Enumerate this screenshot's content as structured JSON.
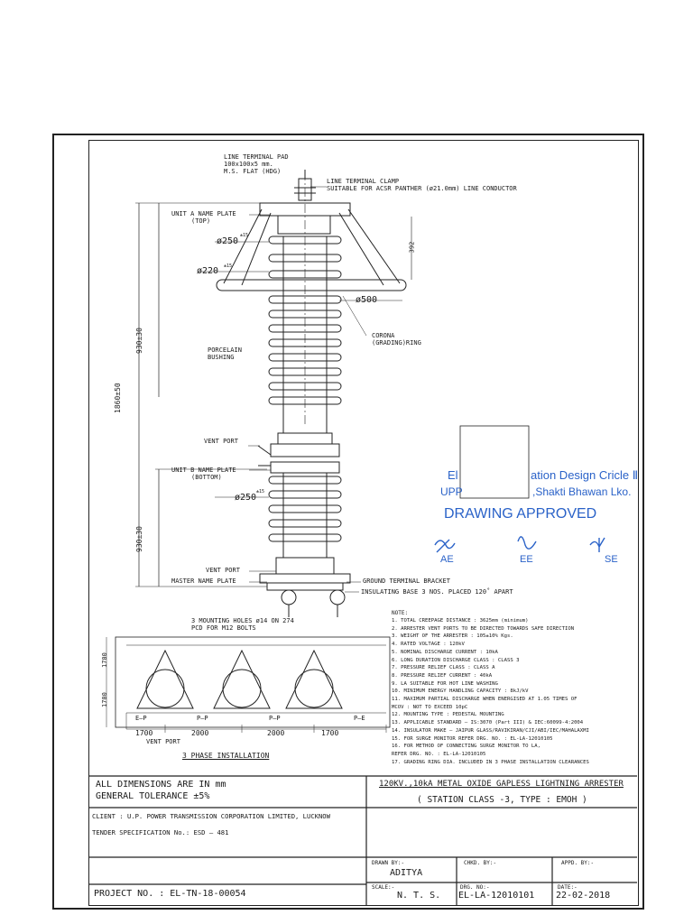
{
  "drawing": {
    "labels": {
      "line_pad": [
        "LINE TERMINAL PAD",
        "100x100x5 mm.",
        "M.S. FLAT (HDG)"
      ],
      "line_clamp": [
        "LINE TERMINAL CLAMP",
        "SUITABLE FOR ACSR PANTHER (ø21.0mm) LINE CONDUCTOR"
      ],
      "unit_a": [
        "UNIT A NAME PLATE",
        "(TOP)"
      ],
      "dia_250_top": "ø250",
      "tol_15_a": "±15",
      "dia_220": "ø220",
      "tol_15_b": "±15",
      "dia_500": "ø500",
      "dim_392": "392",
      "corona": [
        "CORONA",
        "(GRADING)RING"
      ],
      "porcelain": [
        "PORCELAIN",
        "BUSHING"
      ],
      "dim_930_top": "930±30",
      "dim_1860": "1860±50",
      "vent_port_1": "VENT PORT",
      "unit_b": [
        "UNIT B NAME PLATE",
        "(BOTTOM)"
      ],
      "dia_250_bottom": "ø250",
      "tol_15_c": "±15",
      "dim_930_bottom": "930±30",
      "vent_port_2": "VENT PORT",
      "master_plate": "MASTER NAME PLATE",
      "ground_bracket": "GROUND TERMINAL BRACKET",
      "insulating_base": "INSULATING BASE  3 NOS. PLACED 120˚ APART",
      "mounting_holes": [
        "3 MOUNTING HOLES ø14 ON 274",
        "PCD FOR M12 BOLTS"
      ],
      "dim_1700_a": "1700",
      "dim_1700_b": "1700",
      "phase_labels": [
        "E–P",
        "P–P",
        "P–P",
        "P–E"
      ],
      "bottom_dims": [
        "1700",
        "2000",
        "2000",
        "1700"
      ],
      "vent_port_3": "VENT PORT",
      "three_phase": "3 PHASE INSTALLATION"
    },
    "notes": {
      "heading": "NOTE:",
      "items": [
        "1. TOTAL CREEPAGE DISTANCE : 3625mm (minimum)",
        "2. ARRESTER VENT PORTS TO BE DIRECTED TOWARDS SAFE DIRECTION",
        "3. WEIGHT OF THE ARRESTER : 105±10% Kgs.",
        "4. RATED VOLTAGE : 120kV",
        "5. NOMINAL DISCHARGE CURRENT : 10kA",
        "6. LONG DURATION DISCHARGE CLASS : CLASS 3",
        "7. PRESSURE RELIEF CLASS : CLASS A",
        "8. PRESSURE RELIEF CURRENT : 40kA",
        "9. LA SUITABLE FOR HOT LINE WASHING",
        "10. MINIMUM ENERGY HANDLING CAPACITY : 8kJ/kV",
        "11. MAXIMUM PARTIAL DISCHARGE WHEN ENERGISED AT 1.05 TIMES OF",
        "     MCOV : NOT TO EXCEED 10pC",
        "12. MOUNTING TYPE : PEDESTAL MOUNTING",
        "13. APPLICABLE STANDARD – IS:3070 (Part III) & IEC:60099-4:2004",
        "14. INSULATOR MAKE – JAIPUR GLASS/RAVIKIRAN/CJI/ABI/IEC/MAHALAXMI",
        "15. FOR SURGE MONITOR REFER DRG. NO. : EL-LA-12010105",
        "16. FOR METHOD OF CONNECTING SURGE MONITOR TO LA,",
        "     REFER DRG. NO. : EL-LA-12010105",
        "17. GRADING RING DIA. INCLUDED IN 3 PHASE INSTALLATION CLEARANCES"
      ]
    }
  },
  "stamp": {
    "line1_left": "El",
    "line1_right": "ation Design Cricle Ⅱ",
    "line2_left": "UPP",
    "line2_right": ",Shakti Bhawan Lko.",
    "approved": "DRAWING APPROVED",
    "signatories": [
      "AE",
      "EE",
      "SE"
    ]
  },
  "title_block": {
    "dimensions_note": "ALL DIMENSIONS ARE IN mm",
    "tolerance_note": "GENERAL TOLERANCE ±5%",
    "title_line1": "120KV.,10kA METAL OXIDE GAPLESS LIGHTNING ARRESTER",
    "title_line2": "( STATION CLASS -3, TYPE : EMOH )",
    "client": "CLIENT : U.P. POWER TRANSMISSION CORPORATION LIMITED, LUCKNOW",
    "tender": "TENDER SPECIFICATION No.:  ESD – 481",
    "drawn_by_label": "DRAWN BY:-",
    "drawn_by": "ADITYA",
    "checked_by_label": "CHKD. BY:-",
    "approved_by_label": "APPD. BY:-",
    "project_no": "PROJECT NO. : EL-TN-18-00054",
    "scale_label": "SCALE:-",
    "scale": "N. T. S.",
    "drg_no_label": "DRG. NO:-",
    "drg_no": "EL-LA-12010101",
    "date_label": "DATE:-",
    "date": "22-02-2018"
  }
}
